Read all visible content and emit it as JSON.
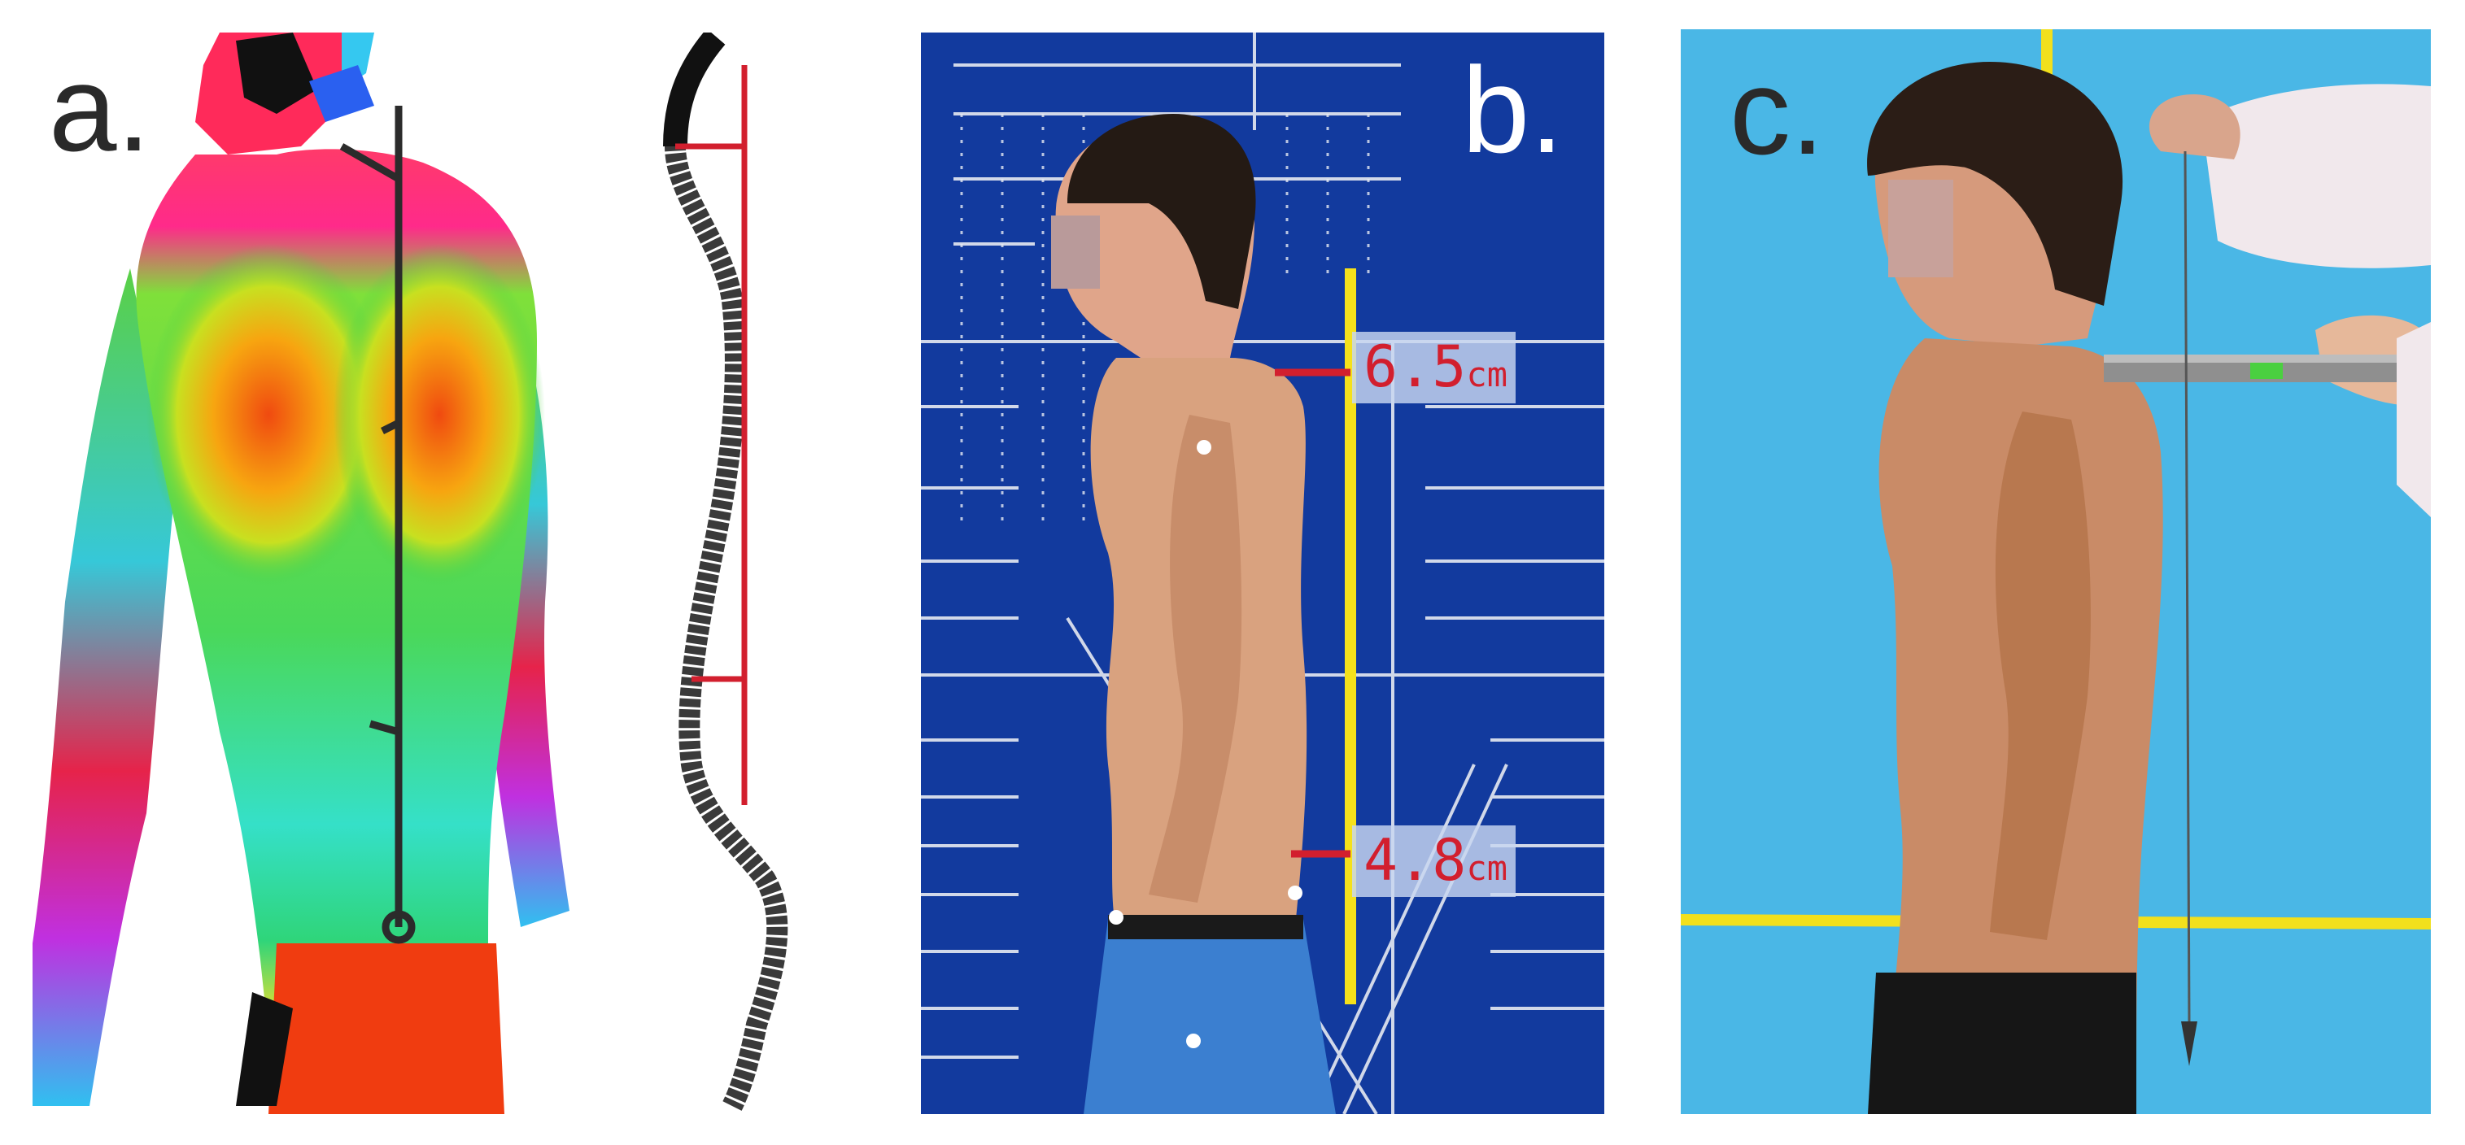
{
  "panels": [
    {
      "id": "a",
      "letter": "a."
    },
    {
      "id": "b",
      "letter": "b.",
      "measurements": [
        {
          "value": "6.5",
          "unit": "cm"
        },
        {
          "value": "4.8",
          "unit": "cm"
        }
      ]
    },
    {
      "id": "c",
      "letter": "c."
    }
  ],
  "colors": {
    "panel_b_background": "#123a9e",
    "panel_c_background": "#4ab7e6",
    "plumb_line_b": "#f5e11a",
    "measurement_red": "#d21f2e",
    "floor_tape_c": "#f2e01c"
  }
}
